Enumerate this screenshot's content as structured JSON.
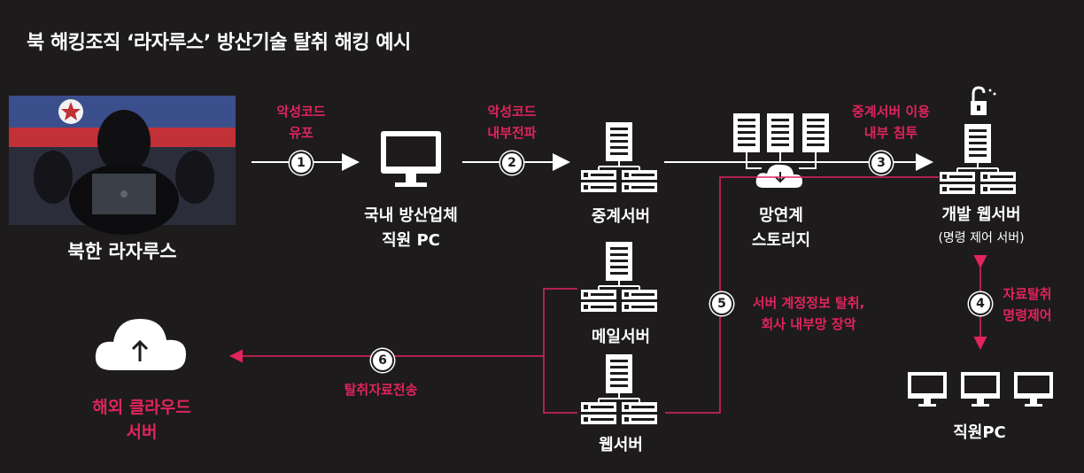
{
  "title": "북 해킹조직 ‘라자루스’ 방산기술 탈취 해킹 예시",
  "nodes": {
    "lazarus": "북한 라자루스",
    "employee_pc": [
      "국내 방산업체",
      "직원 PC"
    ],
    "relay_server": "중계서버",
    "storage": [
      "망연계",
      "스토리지"
    ],
    "dev_server": [
      "개발 웹서버",
      "(명령 제어 서버)"
    ],
    "mail_server": "메일서버",
    "web_server": "웹서버",
    "staff_pc": "직원PC",
    "cloud": [
      "해외 클라우드",
      "서버"
    ]
  },
  "steps": [
    {
      "num": "1",
      "lines": [
        "악성코드",
        "유포"
      ]
    },
    {
      "num": "2",
      "lines": [
        "악성코드",
        "내부전파"
      ]
    },
    {
      "num": "3",
      "lines": [
        "중계서버 이용",
        "내부 침투"
      ]
    },
    {
      "num": "4",
      "lines": [
        "자료탈취",
        "명령제어"
      ]
    },
    {
      "num": "5",
      "lines": [
        "서버 계정정보 탈취,",
        "회사 내부망 장악"
      ]
    },
    {
      "num": "6",
      "lines": [
        "탈취자료전송"
      ]
    }
  ],
  "colors": {
    "background": "#1e1b1c",
    "accent": "#e0245e",
    "line": "#ffffff"
  }
}
